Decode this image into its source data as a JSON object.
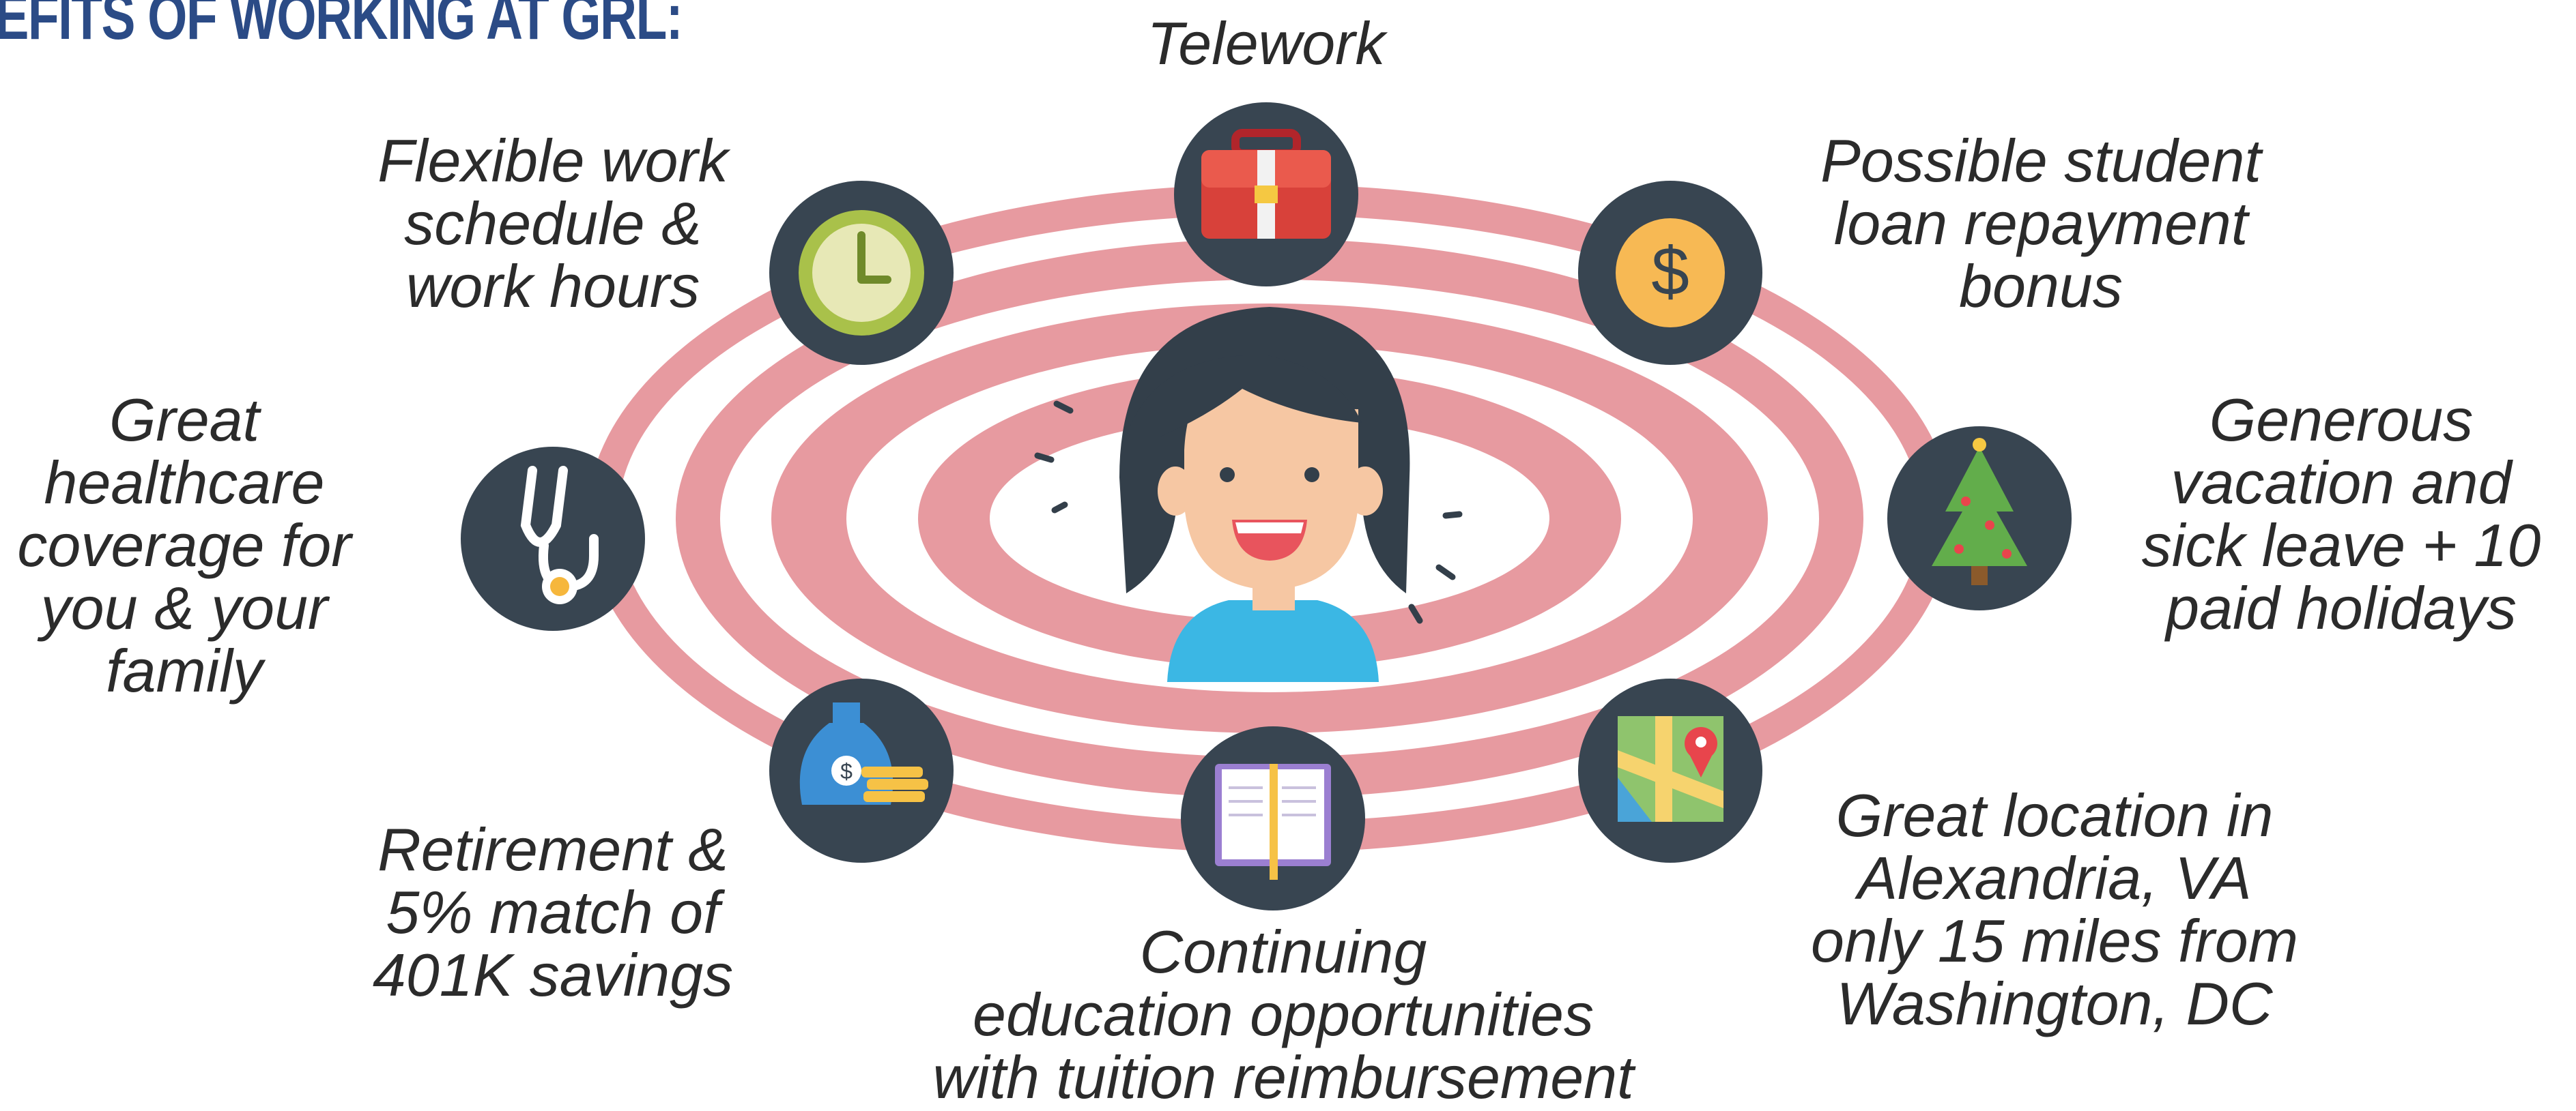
{
  "title": "NEFITS OF WORKING AT GRL:",
  "benefits": {
    "telework": [
      "Telework"
    ],
    "flexible": [
      "Flexible work",
      "schedule &",
      "work hours"
    ],
    "loan": [
      "Possible student",
      "loan repayment",
      "bonus"
    ],
    "healthcare": [
      "Great",
      "healthcare",
      "coverage for",
      "you & your",
      "family"
    ],
    "vacation": [
      "Generous",
      "vacation and",
      "sick leave + 10",
      "paid holidays"
    ],
    "retirement": [
      "Retirement &",
      "5% match of",
      "401K savings"
    ],
    "education": [
      "Continuing",
      "education opportunities",
      "with tuition reimbursement"
    ],
    "location": [
      "Great location in",
      "Alexandria, VA",
      "only 15 miles from",
      "Washington, DC"
    ]
  },
  "icons": {
    "telework": "briefcase-icon",
    "flexible": "clock-icon",
    "loan": "dollar-coin-icon",
    "healthcare": "stethoscope-icon",
    "vacation": "christmas-tree-icon",
    "retirement": "money-bag-icon",
    "education": "book-icon",
    "location": "map-icon"
  },
  "colors": {
    "title": "#2b4b86",
    "rings": "#e79aa0",
    "icon_circle": "#384551"
  }
}
